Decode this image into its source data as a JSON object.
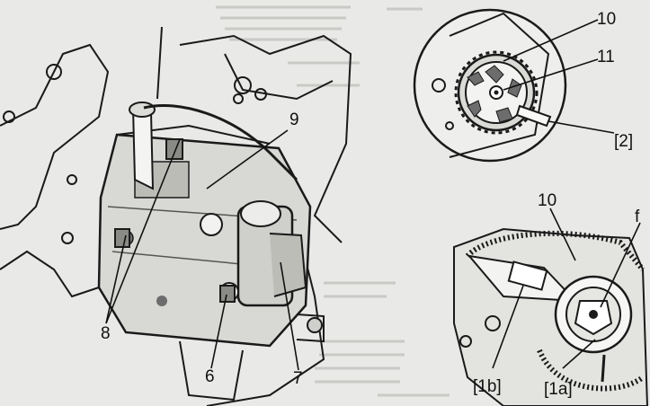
{
  "labels": {
    "n10_top": "10",
    "n11": "11",
    "b2": "[2]",
    "n9": "9",
    "n8": "8",
    "n6": "6",
    "n7": "7",
    "n10_bottom": "10",
    "f": "f",
    "b1b": "[1b]",
    "b1a": "[1a]"
  },
  "colors": {
    "paper": "#e9e9e7",
    "ink": "#1a1a1a",
    "shade": "#6d6d6d"
  }
}
